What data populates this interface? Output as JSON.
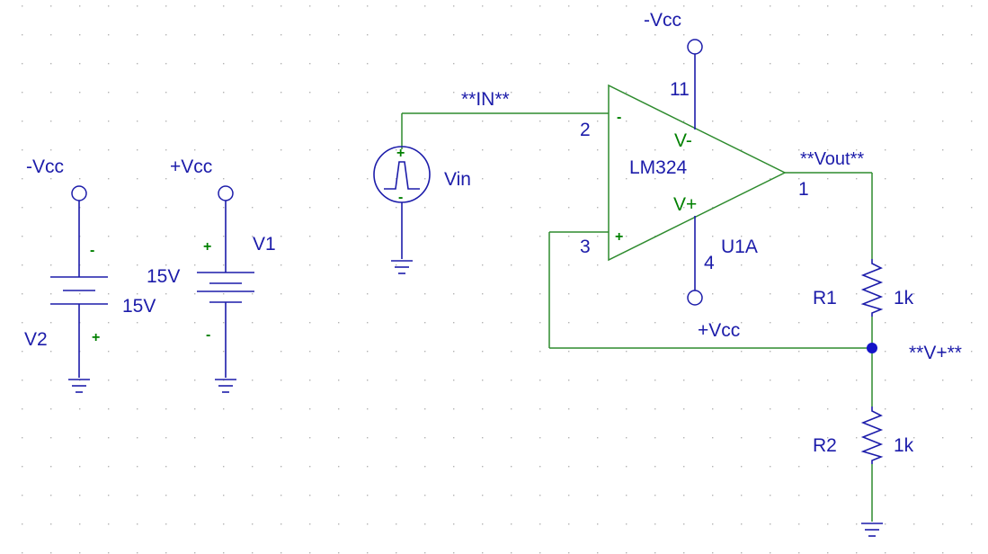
{
  "colors": {
    "wire": "#2e8b2e",
    "component": "#1c1caa",
    "label": "#1c1caa",
    "pin_sign": "#008000",
    "junction": "#1414c8",
    "grid_dot": "#b4b4b4",
    "background": "#ffffff"
  },
  "icons": [
    "power-terminal-icon",
    "ground-icon",
    "dc-battery-icon",
    "pulse-source-icon",
    "opamp-triangle-icon",
    "resistor-icon",
    "junction-dot-icon"
  ],
  "v2": {
    "net": "-Vcc",
    "name": "V2",
    "value": "15V",
    "top_sign": "-",
    "bottom_sign": "+"
  },
  "v1": {
    "net": "+Vcc",
    "name": "V1",
    "value": "15V",
    "top_sign": "+",
    "bottom_sign": "-"
  },
  "vin": {
    "name": "Vin",
    "plus": "+",
    "minus": "-"
  },
  "opamp": {
    "model": "LM324",
    "ref": "U1A",
    "pin_inv": "2",
    "pin_noninv": "3",
    "pin_out": "1",
    "pin_vminus": "11",
    "pin_vplus": "4",
    "label_vminus": "V-",
    "label_vplus": "V+",
    "sign_inv": "-",
    "sign_noninv": "+",
    "top_net": "-Vcc",
    "bottom_net": "+Vcc"
  },
  "r1": {
    "name": "R1",
    "value": "1k"
  },
  "r2": {
    "name": "R2",
    "value": "1k"
  },
  "nets": {
    "in": "**IN**",
    "vout": "**Vout**",
    "vplus": "**V+**"
  }
}
